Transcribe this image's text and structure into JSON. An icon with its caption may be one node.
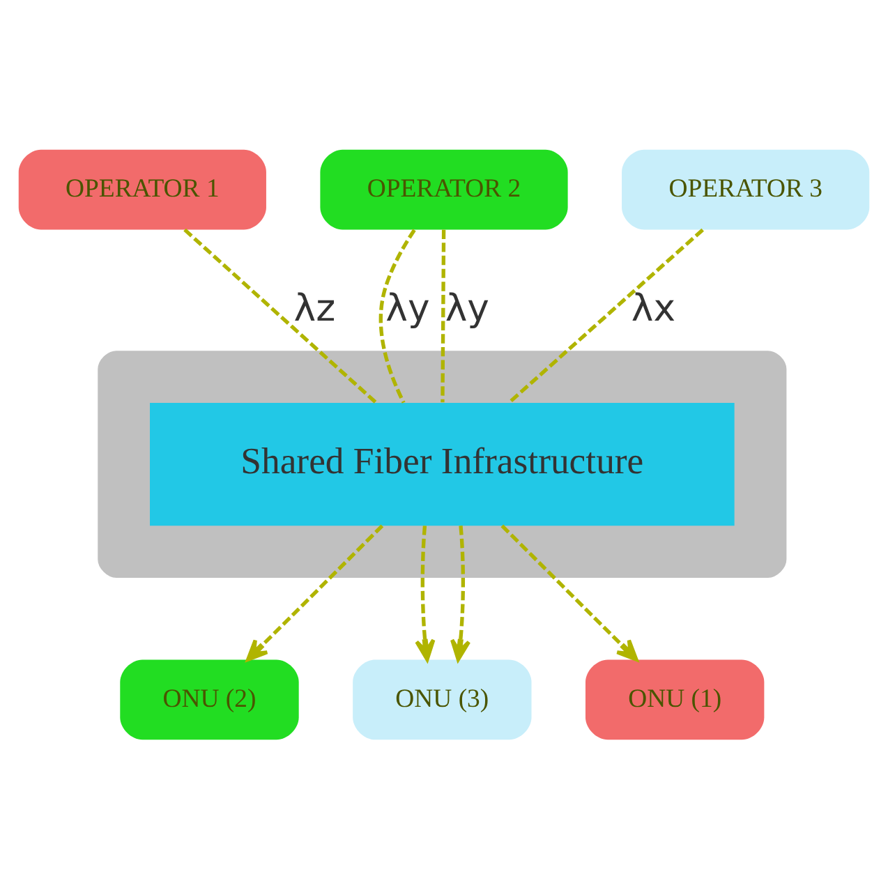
{
  "diagram": {
    "nodes": [
      {
        "text": [
          "OPERATOR 1"
        ]
      },
      {
        "text": [
          "OPERATOR 2"
        ]
      },
      {
        "text": [
          "OPERATOR 3"
        ]
      },
      {
        "text": [],
        "shape": "cylinder"
      },
      {
        "text": [
          "Shared Fiber Infrastructure"
        ],
        "in": 3
      },
      {
        "text": [
          "ONU (2)"
        ]
      },
      {
        "text": [
          "ONU (3)"
        ]
      },
      {
        "text": [
          "ONU (1)"
        ]
      }
    ],
    "edges": [
      {
        "from": 0,
        "to": 4,
        "arrow": "none",
        "label": "λz",
        "style": "dashed"
      },
      {
        "from": 1,
        "to": 4,
        "arrow": "none",
        "label": "λy",
        "style": "dashed"
      },
      {
        "from": 1,
        "to": 4,
        "arrow": "none",
        "label": "λy",
        "style": "dashed"
      },
      {
        "from": 2,
        "to": 4,
        "arrow": "none",
        "label": "λx",
        "style": "dashed"
      },
      {
        "from": 4,
        "to": 5,
        "arrow": "to",
        "style": "dashed"
      },
      {
        "from": 4,
        "to": 6,
        "arrow": "to",
        "style": "dashed"
      },
      {
        "from": 4,
        "to": 6,
        "arrow": "to",
        "style": "dashed"
      },
      {
        "from": 4,
        "to": 7,
        "arrow": "to",
        "style": "dashed"
      }
    ]
  }
}
